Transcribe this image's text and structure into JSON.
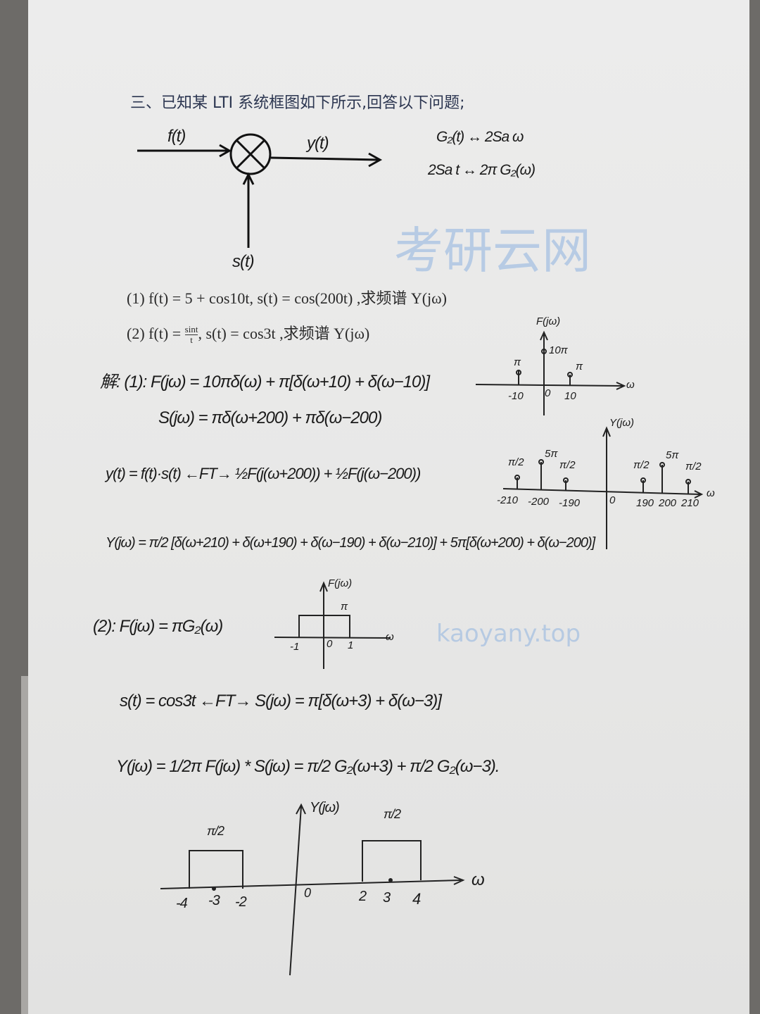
{
  "question": {
    "title": "三、已知某 LTI 系统框图如下所示,回答以下问题;",
    "diagram": {
      "input": "f(t)",
      "output": "y(t)",
      "carrier": "s(t)",
      "multiplier_icon": "circle-cross"
    },
    "notes": [
      "G₂(t) ↔ 2Sa ω",
      "2Sa t ↔ 2π G₂(ω)"
    ],
    "part1": "(1) f(t) = 5 + cos10t, s(t) = cos(200t) ,求频谱 Y(jω)",
    "part2_prefix": "(2) f(t) =",
    "part2_num": "sint",
    "part2_den": "t",
    "part2_suffix": ", s(t) = cos3t ,求频谱 Y(jω)"
  },
  "solution": {
    "line1": "解: (1): F(jω) = 10πδ(ω) + π[δ(ω+10) + δ(ω−10)]",
    "line2": "S(jω) = πδ(ω+200) + πδ(ω−200)",
    "line3": "y(t) = f(t)·s(t) ←FT→ ½F(j(ω+200)) + ½F(j(ω−200))",
    "line4": "Y(jω) = π/2 [δ(ω+210) + δ(ω+190) + δ(ω−190) + δ(ω−210)] + 5π[δ(ω+200) + δ(ω−200)]",
    "line5": "(2): F(jω) = πG₂(ω)",
    "line6": "s(t) = cos3t ←FT→ S(jω) = π[δ(ω+3) + δ(ω−3)]",
    "line7": "Y(jω) = 1/2π F(jω) * S(jω) = π/2 G₂(ω+3) + π/2 G₂(ω−3)."
  },
  "plot_F1": {
    "ylabel": "F(jω)",
    "xlabel": "ω",
    "peak_label": "10π",
    "side_label": "π",
    "ticks": [
      "-10",
      "0",
      "10"
    ]
  },
  "plot_Y1": {
    "ylabel": "Y(jω)",
    "xlabel": "ω",
    "big_label": "5π",
    "small_label": "π/2",
    "ticks": [
      "-210",
      "-200",
      "-190",
      "0",
      "190",
      "200",
      "210"
    ]
  },
  "plot_F2": {
    "ylabel": "F(jω)",
    "xlabel": "ω",
    "height_label": "π",
    "ticks": [
      "-1",
      "0",
      "1"
    ]
  },
  "plot_Y2": {
    "ylabel": "Y(jω)",
    "xlabel": "ω",
    "height_label": "π/2",
    "ticks": [
      "-4",
      "-3",
      "-2",
      "0",
      "2",
      "3",
      "4"
    ]
  },
  "watermark": {
    "cn": "考研云网",
    "url": "kaoyany.top"
  }
}
